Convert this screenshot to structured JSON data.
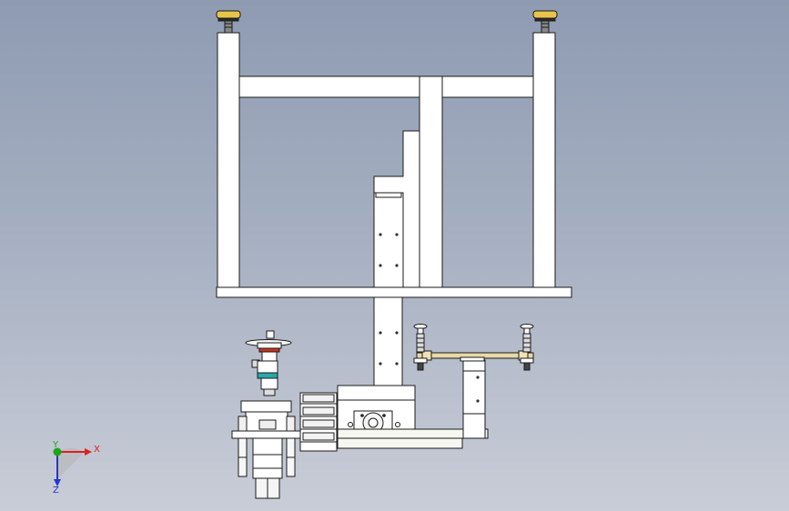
{
  "app": {
    "view": "front"
  },
  "triad": {
    "x_label": "X",
    "y_label": "Y",
    "z_label": "Z",
    "x_color": "#e0201c",
    "y_color": "#1aa51a",
    "z_color": "#2633d6"
  },
  "colors": {
    "part_fill": "#ffffff",
    "part_fill_alt": "#f7f7f2",
    "edge": "#1a1a1a",
    "foot_pad": "#e8c44a",
    "plate_accent": "#e7d9a8",
    "highlight_red": "#c8321e",
    "highlight_teal": "#2aa8a8"
  },
  "icons": {
    "leveling_foot": "leveling-foot-icon",
    "bolt": "bolt-icon",
    "motor": "motor-icon",
    "suction_cup": "suction-cup-icon"
  }
}
